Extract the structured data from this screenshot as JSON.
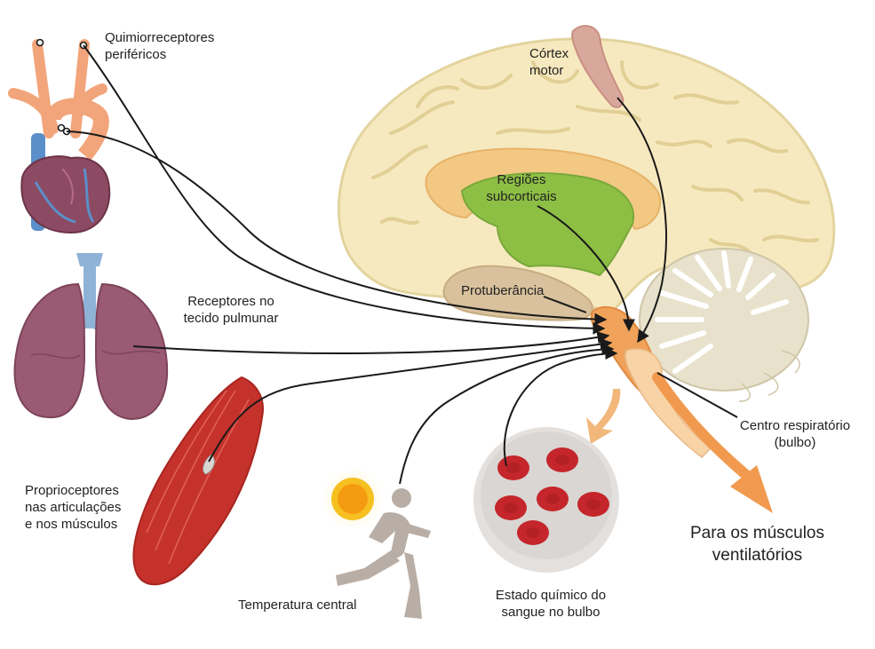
{
  "labels": {
    "quimiorreceptores": [
      "Quimiorreceptores",
      "periféricos"
    ],
    "cortex_motor": [
      "Córtex",
      "motor"
    ],
    "regioes_subcorticais": [
      "Regiões",
      "subcorticais"
    ],
    "protuberancia": "Protuberância",
    "receptores_pulmonares": [
      "Receptores no",
      "tecido pulmunar"
    ],
    "centro_respiratorio": [
      "Centro respiratório",
      "(bulbo)"
    ],
    "proprioceptores": [
      "Proprioceptores",
      "nas articulações",
      "e nos músculos"
    ],
    "temperatura": "Temperatura central",
    "estado_quimico": [
      "Estado químico do",
      "sangue no bulbo"
    ],
    "musculos_ventilatorios": [
      "Para os músculos",
      "ventilatórios"
    ]
  },
  "colors": {
    "brain_fill": "#f7e9bf",
    "brain_stroke": "#e3d49f",
    "corpus_callosum": "#f2c883",
    "subcortical_green": "#8ebf45",
    "pons": "#d8c19c",
    "medulla_orange": "#f0a25a",
    "output_arrow": "#f19a4f",
    "motor_cortex": "#d9a89c",
    "cerebellum": "#e8e2cc",
    "lung": "#9a5a73",
    "trachea": "#8fb3d6",
    "heart": "#8d4a63",
    "aorta": "#f2a47a",
    "vein_blue": "#5b8fc9",
    "muscle_red": "#c5322b",
    "blood_cell": "#c4262b",
    "dish": "#d9d6d3",
    "sun": "#f6c021",
    "runner": "#b9aea5",
    "arrow_line": "#1a1a1a"
  }
}
